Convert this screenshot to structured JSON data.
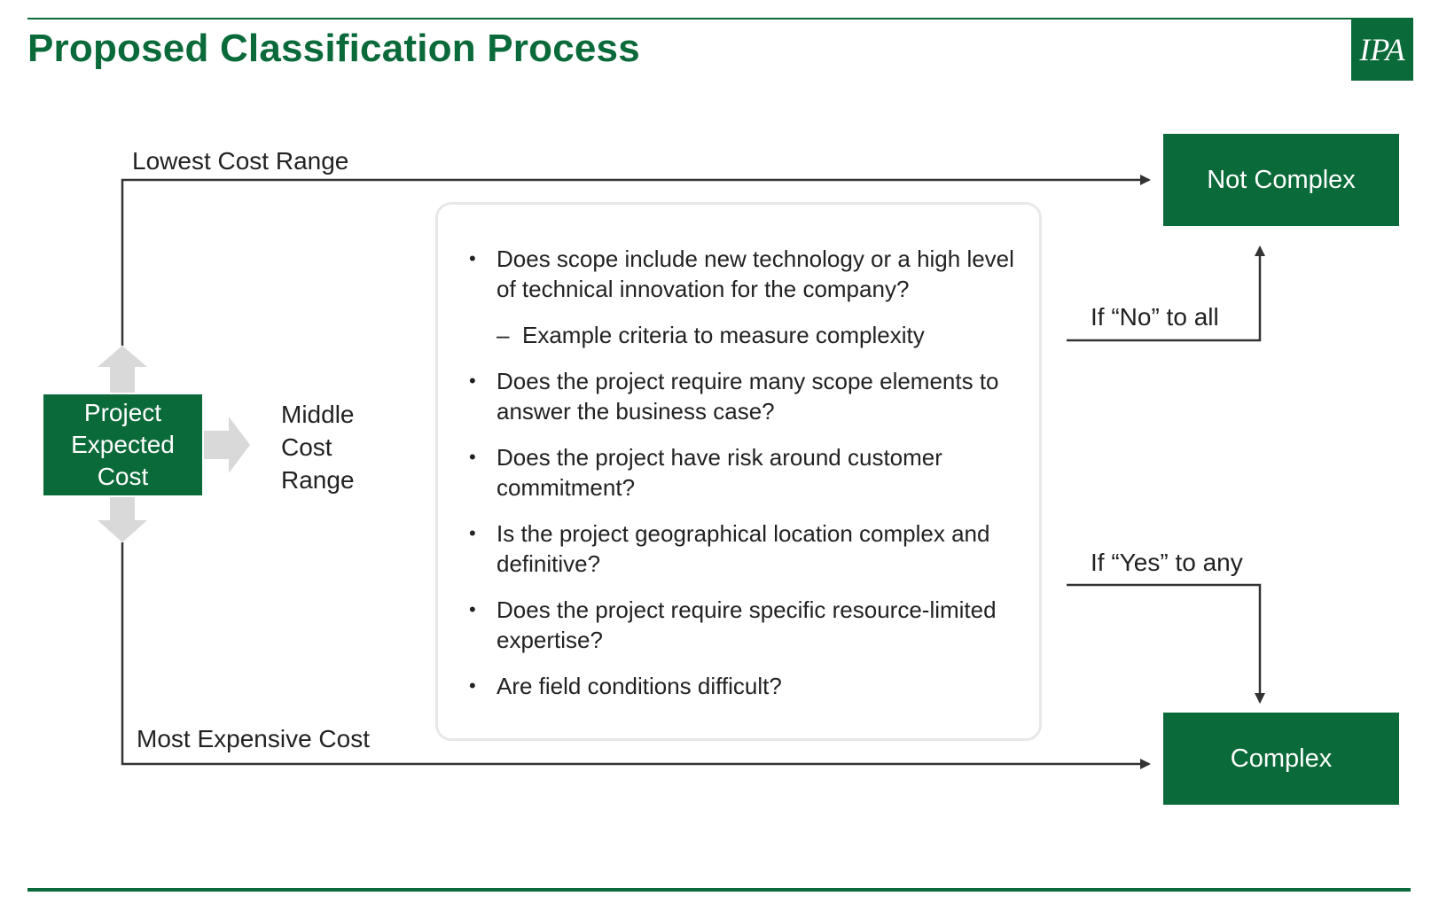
{
  "title": "Proposed Classification Process",
  "logo": "IPA",
  "start": {
    "label": "Project\nExpected\nCost"
  },
  "paths": {
    "lowest": "Lowest Cost Range",
    "middle": "Middle\nCost\nRange",
    "most": "Most Expensive Cost"
  },
  "outcomes": {
    "not_complex": "Not Complex",
    "complex": "Complex"
  },
  "decisions": {
    "no_to_all": "If “No” to all",
    "yes_to_any": "If “Yes” to any"
  },
  "criteria": [
    "Does scope include new technology or a high level of technical innovation for the company?",
    "Does the project require many scope elements to answer the business case?",
    "Does the project have risk around customer commitment?",
    "Is the project geographical location complex and definitive?",
    "Does the project require specific resource-limited expertise?",
    "Are field conditions difficult?"
  ],
  "criteria_sub": "Example criteria to measure complexity",
  "colors": {
    "brand_green": "#0b6a3a",
    "connector": "#333333",
    "block_arrow": "#d9d9d9"
  }
}
